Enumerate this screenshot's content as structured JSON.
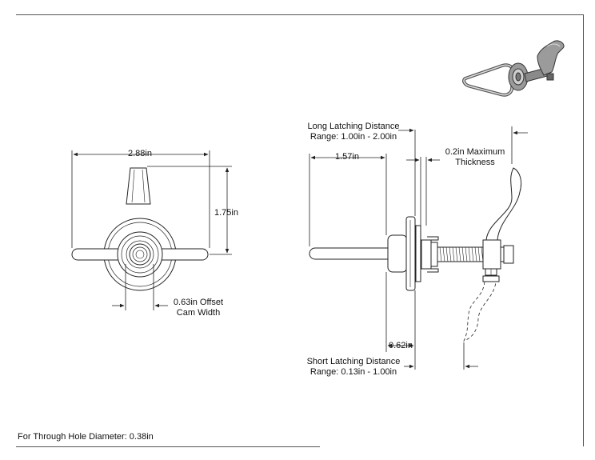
{
  "dimensions": {
    "front_width": "2.88in",
    "front_height": "1.75in",
    "offset_cam_line1": "0.63in Offset",
    "offset_cam_line2": "Cam Width",
    "side_length": "1.57in",
    "long_latching_line1": "Long Latching Distance",
    "long_latching_line2": "Range: 1.00in - 2.00in",
    "thickness_line1": "0.2in Maximum",
    "thickness_line2": "Thickness",
    "short_offset": "0.62in",
    "short_latching_line1": "Short Latching Distance",
    "short_latching_line2": "Range: 0.13in - 1.00in"
  },
  "footer": {
    "note": "For Through Hole Diameter: 0.38in"
  },
  "colors": {
    "line": "#222222",
    "part_fill": "#ffffff",
    "frame": "#555555"
  }
}
